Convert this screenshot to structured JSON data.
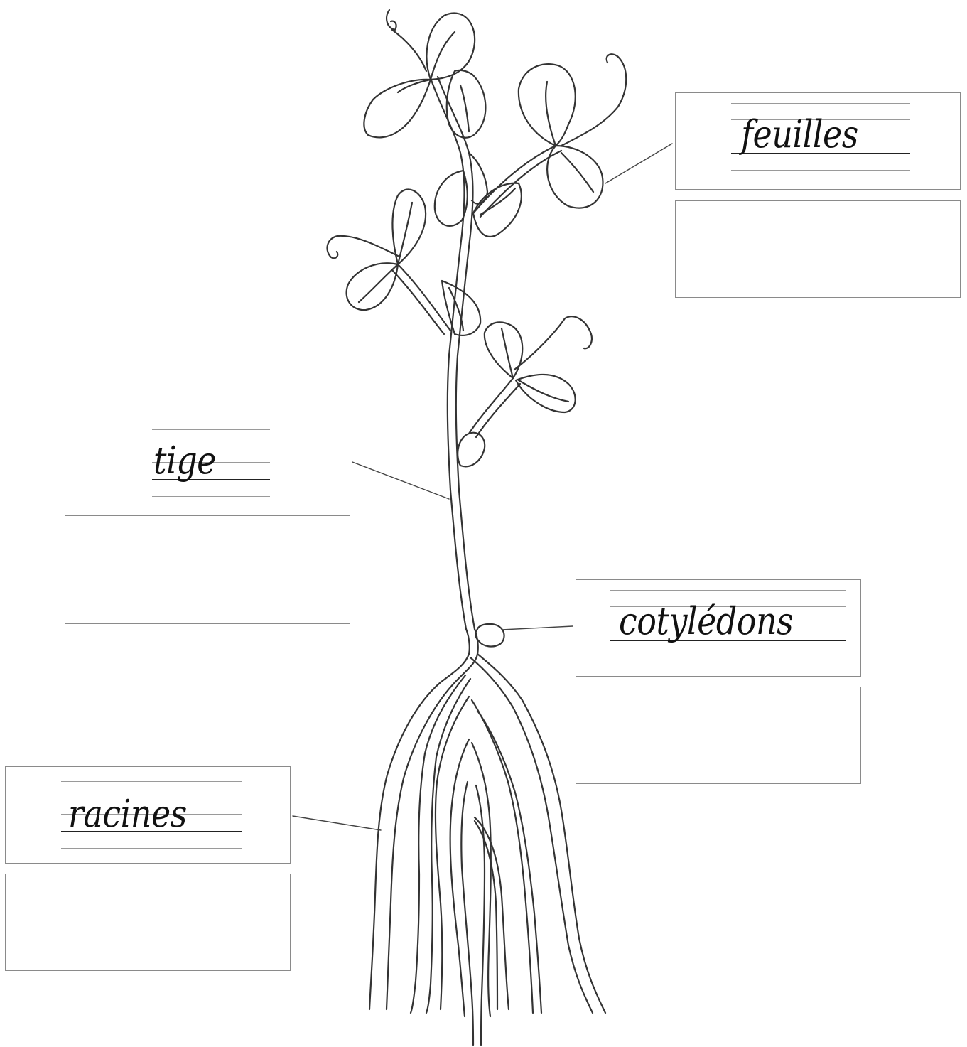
{
  "labels": {
    "leaves": "feuilles",
    "stem": "tige",
    "cotyledons": "cotylédons",
    "roots": "racines"
  },
  "colors": {
    "drawing_stroke": "#333333",
    "box_border": "#8a8a8a",
    "ruling_line": "#9a9a9a",
    "text": "#111111"
  }
}
